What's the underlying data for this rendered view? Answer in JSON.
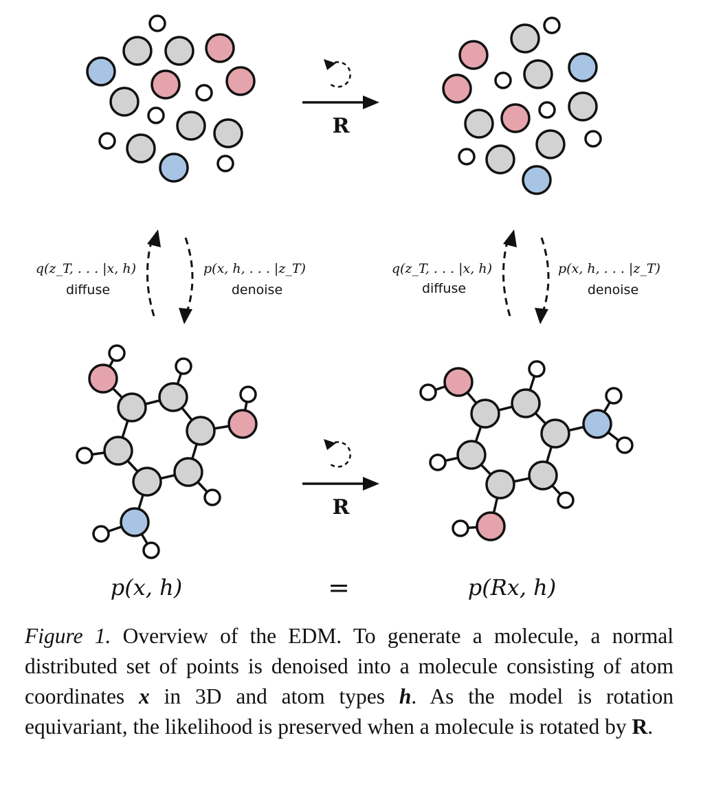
{
  "figure": {
    "top_arrow_label": "R",
    "bottom_arrow_label": "R",
    "left_diffuse_formula": "q(z_T, . . . |x, h)",
    "left_diffuse_word": "diffuse",
    "left_denoise_formula": "p(x, h, . . . |z_T)",
    "left_denoise_word": "denoise",
    "right_diffuse_formula": "q(z_T, . . . |x, h)",
    "right_diffuse_word": "diffuse",
    "right_denoise_formula": "p(x, h, . . . |z_T)",
    "right_denoise_word": "denoise",
    "bottom_left_expr": "p(x, h)",
    "equals_sign": "=",
    "bottom_right_expr": "p(Rx, h)",
    "colors": {
      "carbon": "#d2d2d2",
      "oxygen": "#e5a3ab",
      "nitrogen": "#a8c4e4",
      "hydrogen": "#ffffff",
      "stroke": "#111111"
    }
  },
  "caption": {
    "label": "Figure 1.",
    "text_1": " Overview of the EDM. To generate a molecule, a normal distributed set of points is denoised into a molecule consisting of atom coordinates ",
    "var_x": "x",
    "text_2": " in 3D and atom types ",
    "var_h": "h",
    "text_3": ". As the model is rotation equivariant, the likelihood is preserved when a molecule is rotated by ",
    "var_R": "R",
    "text_4": "."
  }
}
